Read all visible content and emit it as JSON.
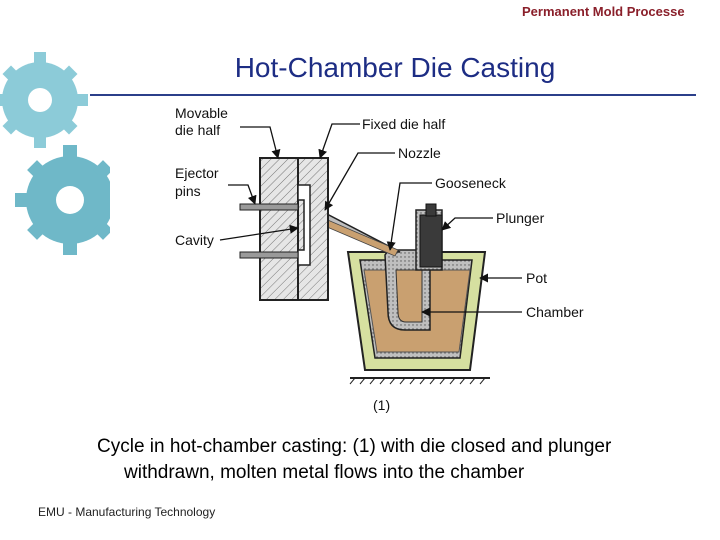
{
  "header": {
    "section": "Permanent Mold Processe"
  },
  "slide": {
    "title": "Hot-Chamber Die Casting"
  },
  "diagram": {
    "labels": {
      "movable_die_half_1": "Movable",
      "movable_die_half_2": "die half",
      "fixed_die_half": "Fixed die half",
      "nozzle": "Nozzle",
      "ejector_pins_1": "Ejector",
      "ejector_pins_2": "pins",
      "gooseneck": "Gooseneck",
      "plunger": "Plunger",
      "cavity": "Cavity",
      "pot": "Pot",
      "chamber": "Chamber",
      "step": "(1)"
    },
    "colors": {
      "molten_metal": "#c9a070",
      "pot_lining": "#d6e0a0",
      "plunger": "#3a3a3a",
      "gear": "#6fb8c8"
    }
  },
  "caption": {
    "line1": "Cycle in hot‑chamber casting: (1) with die closed and plunger",
    "line2": "withdrawn, molten metal flows into the chamber"
  },
  "footer": {
    "text": "EMU - Manufacturing Technology"
  }
}
